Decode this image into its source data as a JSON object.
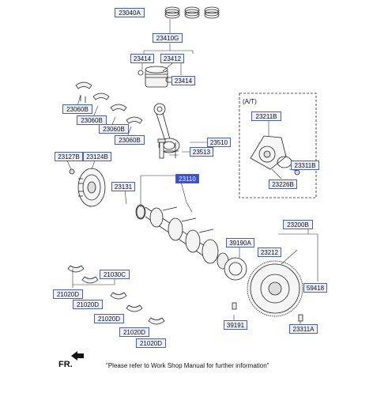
{
  "labels": {
    "p23040A": "23040A",
    "p23410G": "23410G",
    "p23414a": "23414",
    "p23412": "23412",
    "p23414b": "23414",
    "p23060B_1": "23060B",
    "p23060B_2": "23060B",
    "p23060B_3": "23060B",
    "p23060B_4": "23060B",
    "p23510": "23510",
    "p23513": "23513",
    "p23127B": "23127B",
    "p23124B": "23124B",
    "p23110": "23110",
    "p23131": "23131",
    "p23211B": "23211B",
    "p23311B": "23311B",
    "p23226B": "23226B",
    "p23200B": "23200B",
    "p39190A": "39190A",
    "p23212": "23212",
    "p59418": "59418",
    "p39191": "39191",
    "p23311A": "23311A",
    "p21030C": "21030C",
    "p21020D_1": "21020D",
    "p21020D_2": "21020D",
    "p21020D_3": "21020D",
    "p21020D_4": "21020D",
    "p21020D_5": "21020D"
  },
  "at_label": "(A/T)",
  "fr_label": "FR.",
  "footer_note": "\"Please refer to Work Shop Manual for further information\"",
  "colors": {
    "label_fill": "#eef0fb",
    "label_border": "#4a5fb5",
    "highlight": "#3a4fd8",
    "line": "#222222"
  }
}
